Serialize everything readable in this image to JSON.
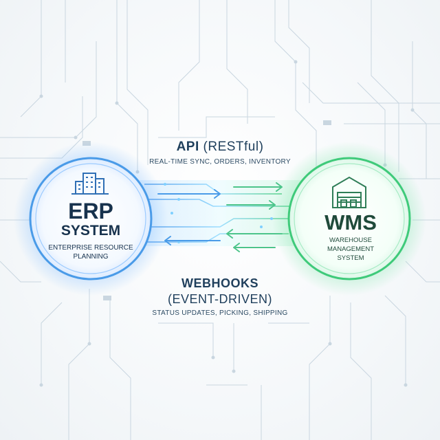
{
  "erp": {
    "title": "ERP",
    "title2": "SYSTEM",
    "subtitle_line1": "ENTERPRISE RESOURCE",
    "subtitle_line2": "PLANNING",
    "icon": "office-building-icon",
    "color": "#3b8fe8"
  },
  "wms": {
    "title": "WMS",
    "subtitle_line1": "WAREHOUSE",
    "subtitle_line2": "MANAGEMENT",
    "subtitle_line3": "SYSTEM",
    "icon": "warehouse-icon",
    "color": "#3fca7a"
  },
  "api": {
    "title_bold": "API",
    "title_paren": "(RESTful)",
    "subtitle": "REAL-TIME SYNC, ORDERS, INVENTORY",
    "direction": "erp-to-wms"
  },
  "webhooks": {
    "title": "WEBHOOKS",
    "title2": "(EVENT-DRIVEN)",
    "subtitle": "STATUS UPDATES, PICKING, SHIPPING",
    "direction": "wms-to-erp"
  }
}
